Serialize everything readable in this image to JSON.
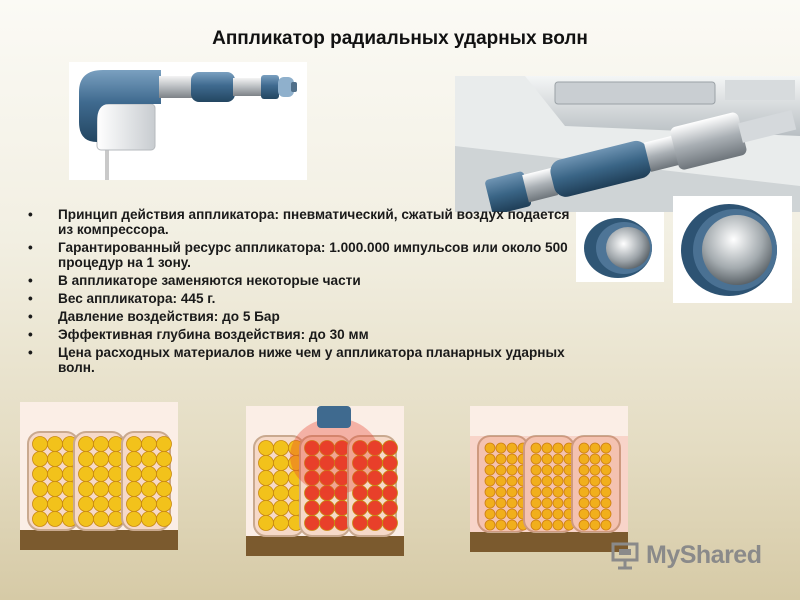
{
  "slide": {
    "title": "Аппликатор радиальных ударных волн",
    "bullet_char": "•",
    "bullets": [
      "Принцип действия аппликатора: пневматический, сжатый воздух подается из компрессора.",
      "Гарантированный ресурс аппликатора: 1.000.000 импульсов или около 500 процедур на 1 зону.",
      " В аппликаторе заменяются некоторые части",
      "Вес аппликатора: 445 г.",
      "Давление воздействия: до 5 Бар",
      "Эффективная глубина воздействия: до 30 мм",
      "Цена расходных материалов ниже чем у аппликатора планарных ударных волн."
    ]
  },
  "images": {
    "applicator_photo": "radial shockwave applicator handpiece",
    "device_photo": "applicator attached to shockwave device",
    "tip_small": "applicator tip",
    "tip_large": "applicator tip close-up",
    "tissue_before": "fat cells before treatment",
    "tissue_during": "fat cells during shockwave treatment",
    "tissue_after": "fat cells after treatment"
  },
  "watermark": {
    "text": "MyShared",
    "icon": "presentation-board-icon"
  },
  "colors": {
    "applicator_blue": "#3f6a8f",
    "fat_yellow": "#f2c21b",
    "shockwave_red": "#e8402a",
    "tissue_base": "#7b5a2e"
  }
}
